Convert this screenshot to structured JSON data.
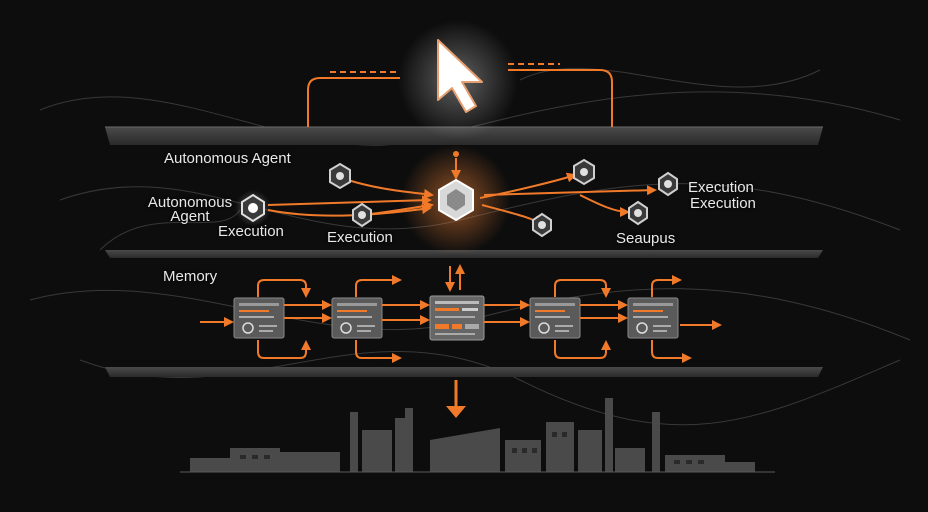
{
  "layers": {
    "agent_label": "Autonomous Agent",
    "memory_label": "Memory"
  },
  "labels": {
    "agent_node": "Autonomous Agent",
    "execution_left": "Execution",
    "execution_center": "Execution",
    "execution_right_1": "Execution",
    "execution_right_2": "Execution",
    "seaupus": "Seaupus"
  },
  "colors": {
    "background": "#0d0d0d",
    "accent": "#f07a2a",
    "layer": "#3a3a3a",
    "panel": "#5a5a5a",
    "text": "#e9e9e9"
  },
  "icons": {
    "cursor": "pointer-arrow-icon",
    "node": "hexagon-node-icon",
    "panel": "code-panel-icon",
    "city": "skyline-icon"
  }
}
